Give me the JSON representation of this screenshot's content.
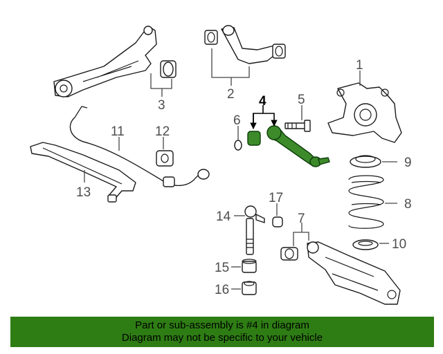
{
  "callouts": {
    "c1": "1",
    "c2": "2",
    "c3": "3",
    "c4": "4",
    "c5": "5",
    "c6": "6",
    "c7": "7",
    "c8": "8",
    "c9": "9",
    "c10": "10",
    "c11": "11",
    "c12": "12",
    "c13": "13",
    "c14": "14",
    "c15": "15",
    "c16": "16",
    "c17": "17"
  },
  "highlighted_part": "4",
  "colors": {
    "highlight": "#3c8a2a",
    "banner": "#2e7d14"
  },
  "banner": {
    "line1": "Part or sub-assembly is #4 in diagram",
    "line2": "Diagram may not be specific to your vehicle"
  }
}
